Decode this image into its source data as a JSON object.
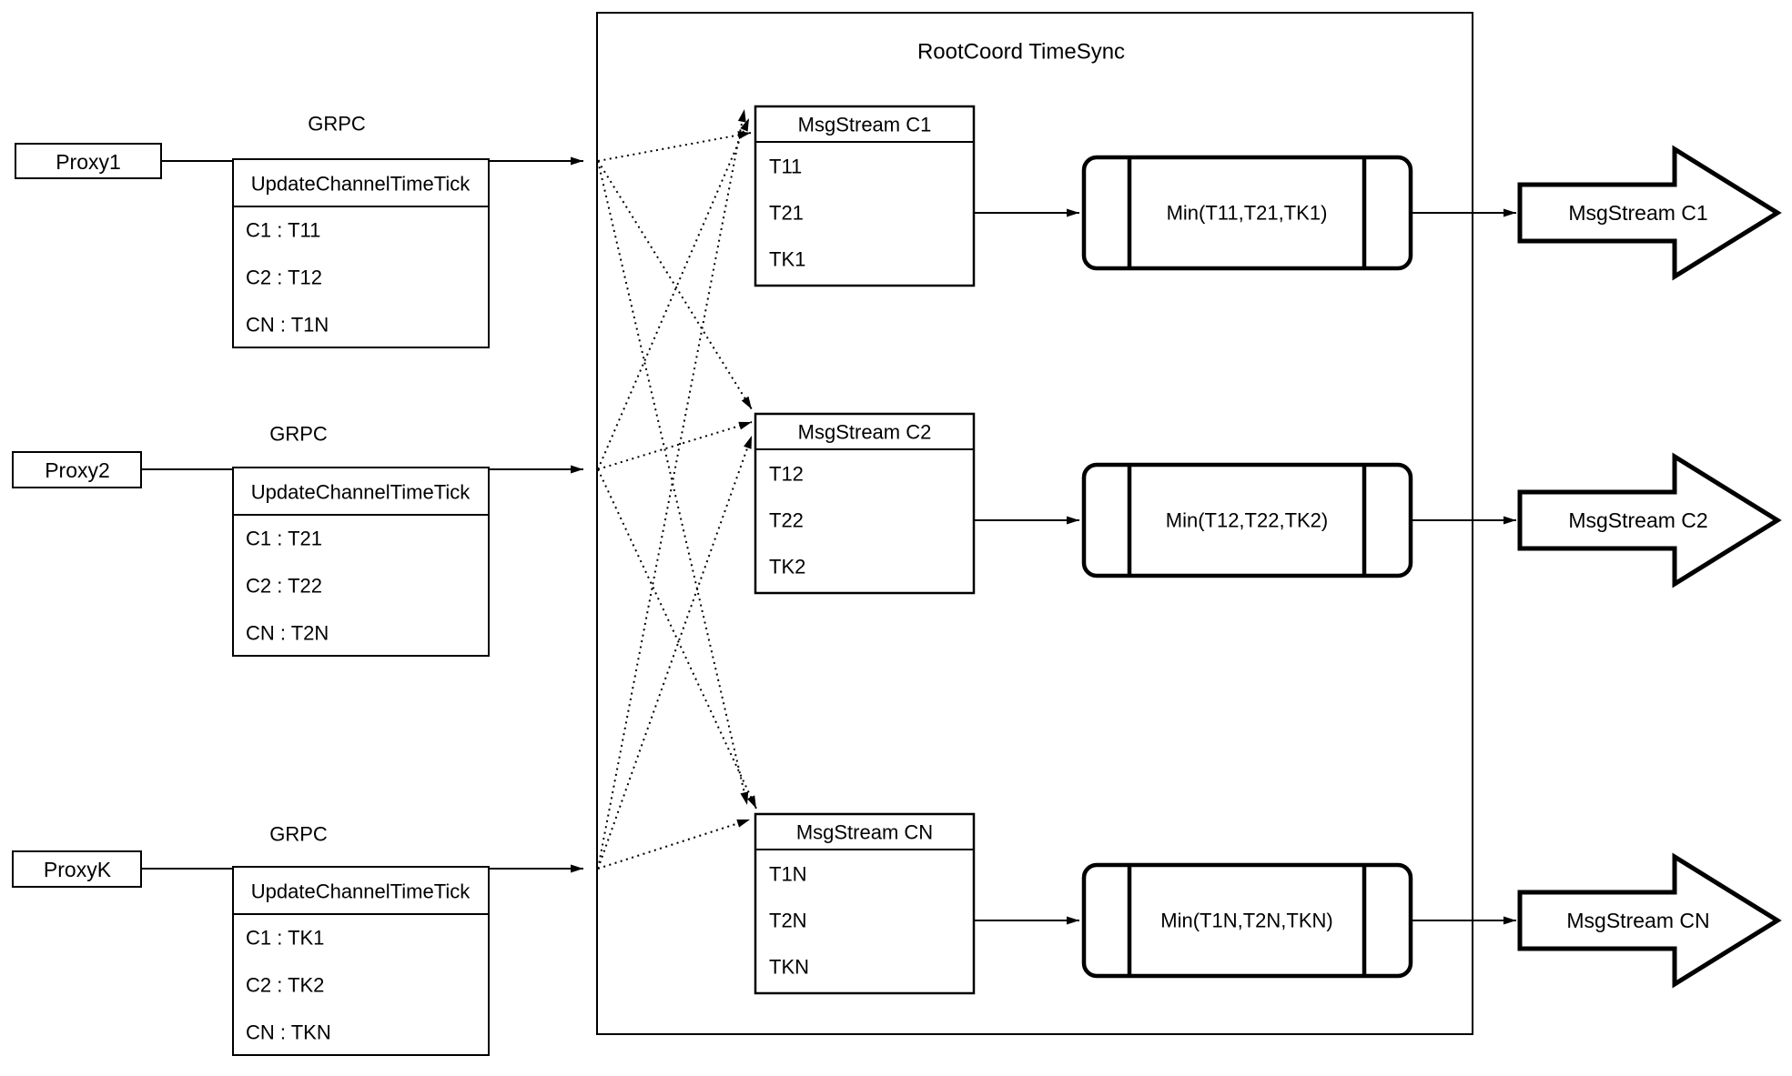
{
  "container": {
    "title": "RootCoord TimeSync"
  },
  "colors": {
    "stroke": "#000000",
    "background": "#ffffff"
  },
  "rows": [
    {
      "proxy_label": "Proxy1",
      "protocol_label": "GRPC",
      "update_table": {
        "header": "UpdateChannelTimeTick",
        "entries": [
          "C1 :  T11",
          "C2 :  T12",
          "CN : T1N"
        ]
      },
      "stream_table": {
        "header": "MsgStream C1",
        "entries": [
          "T11",
          "T21",
          "TK1"
        ]
      },
      "min_label": "Min(T11,T21,TK1)",
      "output_label": "MsgStream C1"
    },
    {
      "proxy_label": "Proxy2",
      "protocol_label": "GRPC",
      "update_table": {
        "header": "UpdateChannelTimeTick",
        "entries": [
          "C1 :  T21",
          "C2 :  T22",
          "CN : T2N"
        ]
      },
      "stream_table": {
        "header": "MsgStream C2",
        "entries": [
          "T12",
          "T22",
          "TK2"
        ]
      },
      "min_label": "Min(T12,T22,TK2)",
      "output_label": "MsgStream C2"
    },
    {
      "proxy_label": "ProxyK",
      "protocol_label": "GRPC",
      "update_table": {
        "header": "UpdateChannelTimeTick",
        "entries": [
          "C1 :  TK1",
          "C2 :  TK2",
          "CN : TKN"
        ]
      },
      "stream_table": {
        "header": "MsgStream CN",
        "entries": [
          "T1N",
          "T2N",
          "TKN"
        ]
      },
      "min_label": "Min(T1N,T2N,TKN)",
      "output_label": "MsgStream CN"
    }
  ]
}
